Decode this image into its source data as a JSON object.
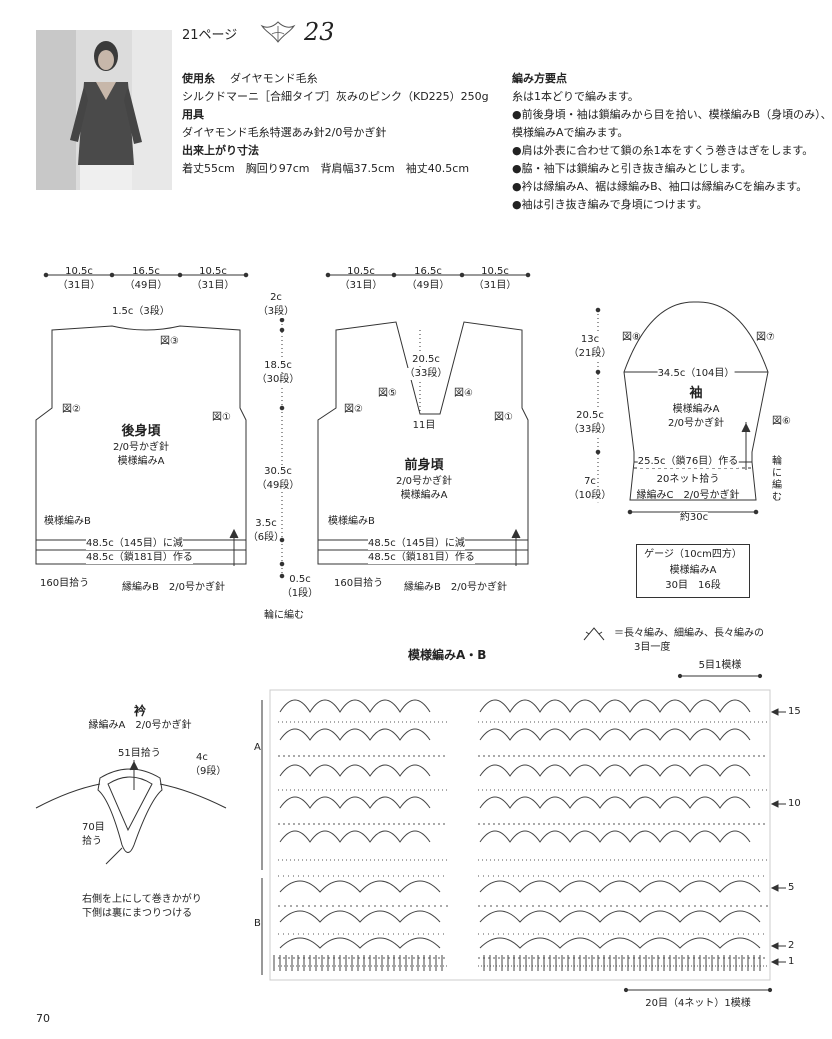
{
  "header": {
    "page_ref": "21ページ",
    "pattern_number": "23"
  },
  "materials": {
    "yarn_label": "使用糸",
    "yarn_brand": "ダイヤモンド毛糸",
    "yarn_detail": "シルクドマーニ［合細タイプ］灰みのピンク（KD225）250g",
    "tools_label": "用具",
    "tools_detail": "ダイヤモンド毛糸特選あみ針2/0号かぎ針",
    "size_label": "出来上がり寸法",
    "size_detail": "着丈55cm　胸回り97cm　背肩幅37.5cm　袖丈40.5cm"
  },
  "points": {
    "title": "編み方要点",
    "lines": [
      "糸は1本どりで編みます。",
      "●前後身頃・袖は鎖編みから目を拾い、模様編みB（身頃のみ）、",
      "模様編みAで編みます。",
      "●肩は外表に合わせて鎖の糸1本をすくう巻きはぎをします。",
      "●脇・袖下は鎖編みと引き抜き編みとじします。",
      "●衿は縁編みA、裾は縁編みB、袖口は縁編みCを編みます。",
      "●袖は引き抜き編みで身頃につけます。"
    ]
  },
  "back": {
    "top_dims": [
      {
        "cm": "10.5c",
        "st": "（31目）"
      },
      {
        "cm": "16.5c",
        "st": "（49目）"
      },
      {
        "cm": "10.5c",
        "st": "（31目）"
      }
    ],
    "neck_depth": "1.5c（3段）",
    "fig3": "図③",
    "fig2": "図②",
    "fig1": "図①",
    "title": "後身頃",
    "hook": "2/0号かぎ針",
    "pattern": "模様編みA",
    "band_label": "模様編みB",
    "reduce": "48.5c（145目）に減",
    "chain": "48.5c（鎖181目）作る",
    "pickup": "160目拾う",
    "edge": "縁編みB　2/0号かぎ針"
  },
  "middle": {
    "shoulder": "2c",
    "shoulder_rows": "（3段）",
    "armhole": "18.5c",
    "armhole_rows": "（30段）",
    "body": "30.5c",
    "body_rows": "（49段）",
    "band": "3.5c",
    "band_rows": "（6段）",
    "edge": "0.5c",
    "edge_rows": "（1段）",
    "round": "輪に編む"
  },
  "front": {
    "top_dims": [
      {
        "cm": "10.5c",
        "st": "（31目）"
      },
      {
        "cm": "16.5c",
        "st": "（49目）"
      },
      {
        "cm": "10.5c",
        "st": "（31目）"
      }
    ],
    "vneck": "20.5c",
    "vneck_rows": "（33段）",
    "fig5": "図⑤",
    "fig4": "図④",
    "fig2": "図②",
    "fig1": "図①",
    "center": "11目",
    "title": "前身頃",
    "hook": "2/0号かぎ針",
    "pattern": "模様編みA",
    "band_label": "模様編みB",
    "reduce": "48.5c（145目）に減",
    "chain": "48.5c（鎖181目）作る",
    "pickup": "160目拾う",
    "edge": "縁編みB　2/0号かぎ針"
  },
  "sleeve": {
    "cap": "13c",
    "cap_rows": "（21段）",
    "fig8": "図⑧",
    "fig7": "図⑦",
    "fig6": "図⑥",
    "width": "34.5c（104目）",
    "title": "袖",
    "pattern": "模様編みA",
    "hook": "2/0号かぎ針",
    "length": "20.5c",
    "length_rows": "（33段）",
    "cuff_chain": "25.5c（鎖76目）作る",
    "net": "20ネット拾う",
    "cuff_edge": "縁編みC　2/0号かぎ針",
    "cuff": "7c",
    "cuff_rows": "（10段）",
    "round": "輪に編む",
    "bottom": "約30c"
  },
  "gauge": {
    "title": "ゲージ（10cm四方）",
    "pattern": "模様編みA",
    "values": "30目　16段"
  },
  "collar": {
    "title": "衿",
    "detail": "縁編みA　2/0号かぎ針",
    "pick_back": "51目拾う",
    "height": "4c",
    "height_rows": "（9段）",
    "pick_side": "70目",
    "pick_side2": "拾う",
    "note1": "右側を上にして巻きかがり",
    "note2": "下側は裏にまつりつける"
  },
  "chart": {
    "title": "模様編みA・B",
    "legend1": "＝長々編み、細編み、長々編みの",
    "legend2": "3目一度",
    "repeat_top": "5目1模様",
    "label_a": "A",
    "label_b": "B",
    "row15": "15",
    "row10": "10",
    "row5": "5",
    "row2": "2",
    "row1": "1",
    "repeat_bottom": "20目（4ネット）1模様"
  },
  "footer": {
    "page_number": "70"
  }
}
